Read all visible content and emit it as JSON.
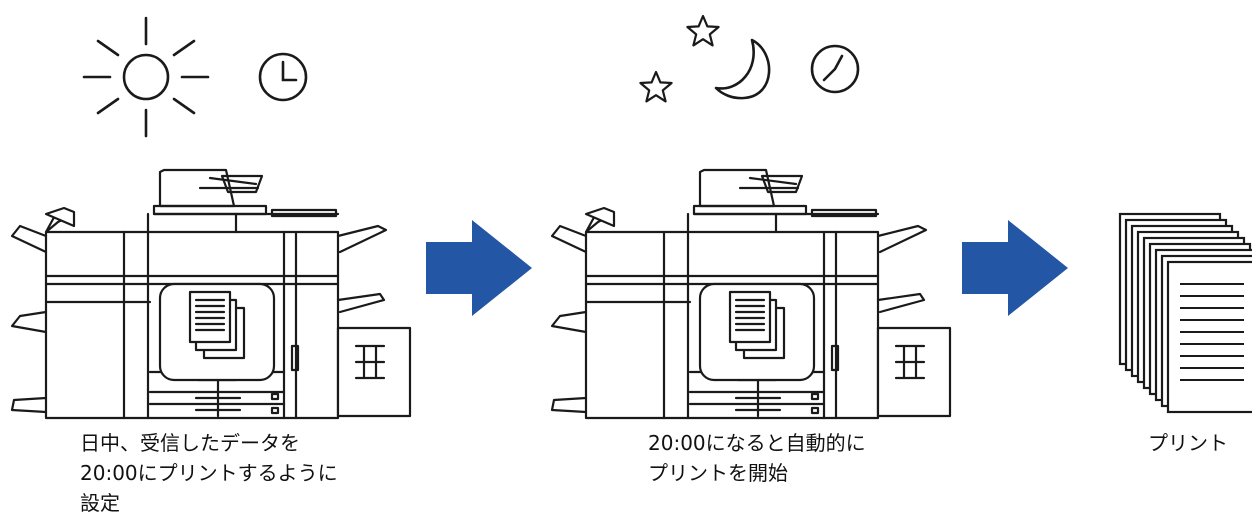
{
  "captions": {
    "step1": [
      "日中、受信したデータを",
      "20:00にプリントするように",
      "設定"
    ],
    "step2": [
      "20:00になると自動的に",
      "プリントを開始"
    ],
    "step3": [
      "プリント"
    ]
  },
  "colors": {
    "arrow": "#2456a6",
    "line": "#1a1a1a",
    "background": "#ffffff"
  },
  "icons": [
    "sun-icon",
    "clock-icon",
    "star-icon",
    "moon-icon",
    "printer-icon",
    "document-stack-icon",
    "right-arrow-icon"
  ]
}
